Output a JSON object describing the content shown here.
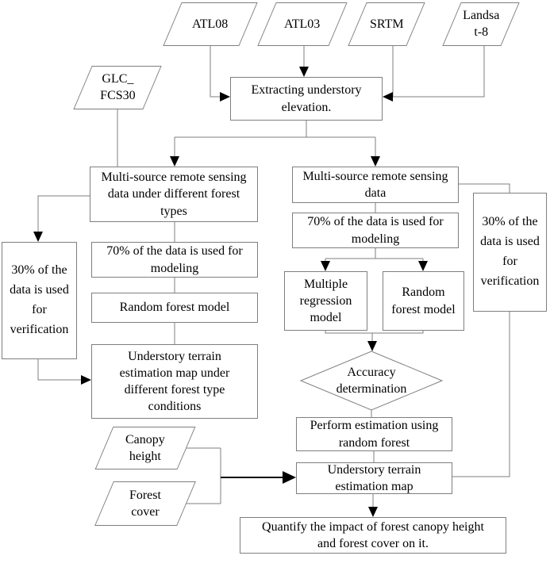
{
  "palette": {
    "background": "#ffffff",
    "box_border": "#7f7f7f",
    "connector_line": "#7f7f7f",
    "arrowhead": "#000000",
    "emphasis_arrow": "#000000",
    "text": "#000000"
  },
  "nodes": {
    "atl08": {
      "label": "ATL08",
      "shape": "parallelogram"
    },
    "atl03": {
      "label": "ATL03",
      "shape": "parallelogram"
    },
    "srtm": {
      "label": "SRTM",
      "shape": "parallelogram"
    },
    "landsat8": {
      "label": "Landsa\nt-8",
      "shape": "parallelogram"
    },
    "glc_fcs30": {
      "label": "GLC_\nFCS30",
      "shape": "parallelogram"
    },
    "extract": {
      "label": "Extracting understory\nelevation.",
      "shape": "rect"
    },
    "ms_forest_types": {
      "label": "Multi-source remote sensing\ndata under different forest\ntypes",
      "shape": "rect"
    },
    "verify30_left": {
      "label": "30% of the\ndata is used\nfor\nverification",
      "shape": "rect"
    },
    "model70_left": {
      "label": "70% of the data is used for\nmodeling",
      "shape": "rect"
    },
    "rf_left": {
      "label": "Random forest model",
      "shape": "rect"
    },
    "terrain_map_types": {
      "label": "Understory terrain\nestimation map under\ndifferent forest type\nconditions",
      "shape": "rect"
    },
    "ms_right": {
      "label": "Multi-source remote sensing\ndata",
      "shape": "rect"
    },
    "model70_right": {
      "label": "70% of the data is used for\nmodeling",
      "shape": "rect"
    },
    "mult_regression": {
      "label": "Multiple\nregression\nmodel",
      "shape": "rect"
    },
    "rf_right": {
      "label": "Random\nforest model",
      "shape": "rect"
    },
    "verify30_right": {
      "label": "30% of the\ndata is used\nfor\nverification",
      "shape": "rect"
    },
    "accuracy": {
      "label": "Accuracy\ndetermination",
      "shape": "diamond"
    },
    "perform_rf": {
      "label": "Perform estimation using\nrandom forest",
      "shape": "rect"
    },
    "terrain_map": {
      "label": "Understory terrain\nestimation map",
      "shape": "rect"
    },
    "canopy_height": {
      "label": "Canopy\nheight",
      "shape": "parallelogram"
    },
    "forest_cover": {
      "label": "Forest\ncover",
      "shape": "parallelogram"
    },
    "quantify": {
      "label": "Quantify the impact of forest canopy height\nand forest cover on it.",
      "shape": "rect"
    }
  },
  "edges": [
    {
      "from": "atl08",
      "to": "extract",
      "arrowhead": true
    },
    {
      "from": "atl03",
      "to": "extract",
      "arrowhead": true
    },
    {
      "from": "srtm",
      "to": "extract",
      "arrowhead": true
    },
    {
      "from": "landsat8",
      "to": "extract",
      "arrowhead": true
    },
    {
      "from": "extract",
      "to": "ms_forest_types",
      "arrowhead": true
    },
    {
      "from": "extract",
      "to": "ms_right",
      "arrowhead": true
    },
    {
      "from": "glc_fcs30",
      "to": "ms_forest_types",
      "arrowhead": false
    },
    {
      "from": "ms_forest_types",
      "to": "verify30_left",
      "arrowhead": true
    },
    {
      "from": "ms_forest_types",
      "to": "model70_left",
      "arrowhead": false
    },
    {
      "from": "model70_left",
      "to": "rf_left",
      "arrowhead": false
    },
    {
      "from": "rf_left",
      "to": "terrain_map_types",
      "arrowhead": false
    },
    {
      "from": "verify30_left",
      "to": "terrain_map_types",
      "arrowhead": true
    },
    {
      "from": "ms_right",
      "to": "model70_right",
      "arrowhead": false
    },
    {
      "from": "ms_right",
      "to": "verify30_right",
      "arrowhead": false
    },
    {
      "from": "model70_right",
      "to": "mult_regression",
      "arrowhead": true
    },
    {
      "from": "model70_right",
      "to": "rf_right",
      "arrowhead": true
    },
    {
      "from": "mult_regression",
      "to": "accuracy",
      "arrowhead": true
    },
    {
      "from": "rf_right",
      "to": "accuracy",
      "arrowhead": true
    },
    {
      "from": "accuracy",
      "to": "perform_rf",
      "arrowhead": false
    },
    {
      "from": "perform_rf",
      "to": "terrain_map",
      "arrowhead": false
    },
    {
      "from": "verify30_right",
      "to": "terrain_map",
      "arrowhead": false
    },
    {
      "from": "canopy_height",
      "to": "terrain_map",
      "arrowhead": true
    },
    {
      "from": "forest_cover",
      "to": "terrain_map",
      "arrowhead": true
    },
    {
      "from": "terrain_map",
      "to": "quantify",
      "arrowhead": true
    }
  ]
}
